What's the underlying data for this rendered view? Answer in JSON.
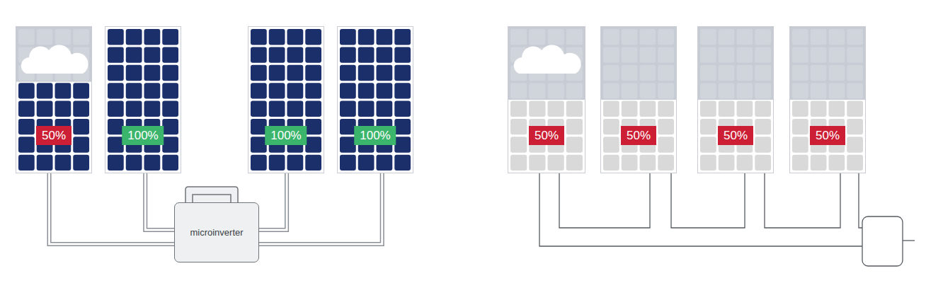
{
  "diagram": {
    "nodes": [
      {
        "text": [
          "50%"
        ]
      },
      {
        "text": [
          "100%"
        ]
      },
      {
        "text": [
          "100%"
        ]
      },
      {
        "text": [
          "100%"
        ]
      },
      {
        "text": [
          "microinverter"
        ]
      },
      {
        "text": [
          "50%"
        ]
      },
      {
        "text": [
          "50%"
        ]
      },
      {
        "text": [
          "50%"
        ]
      },
      {
        "text": [
          "50%"
        ]
      }
    ],
    "edges": [
      {
        "from": 0,
        "to": 4,
        "arrow": "none"
      },
      {
        "from": 1,
        "to": 4,
        "arrow": "none"
      },
      {
        "from": 2,
        "to": 4,
        "arrow": "none"
      },
      {
        "from": 3,
        "to": 4,
        "arrow": "none"
      }
    ]
  }
}
